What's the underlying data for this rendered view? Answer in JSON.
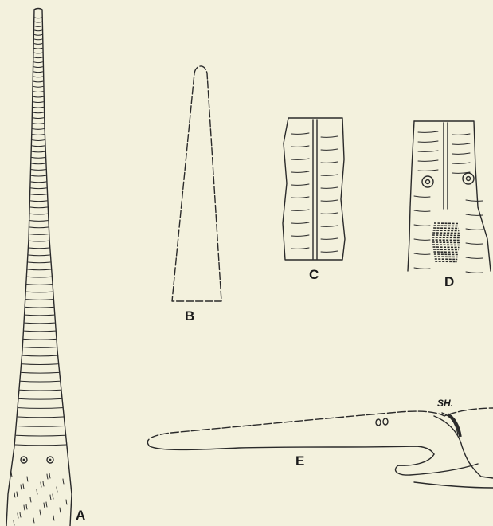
{
  "figure": {
    "panels": [
      {
        "id": "A",
        "label": "A"
      },
      {
        "id": "B",
        "label": "B"
      },
      {
        "id": "C",
        "label": "C"
      },
      {
        "id": "D",
        "label": "D"
      },
      {
        "id": "E",
        "label": "E"
      }
    ],
    "annotation_sh": "SH."
  }
}
